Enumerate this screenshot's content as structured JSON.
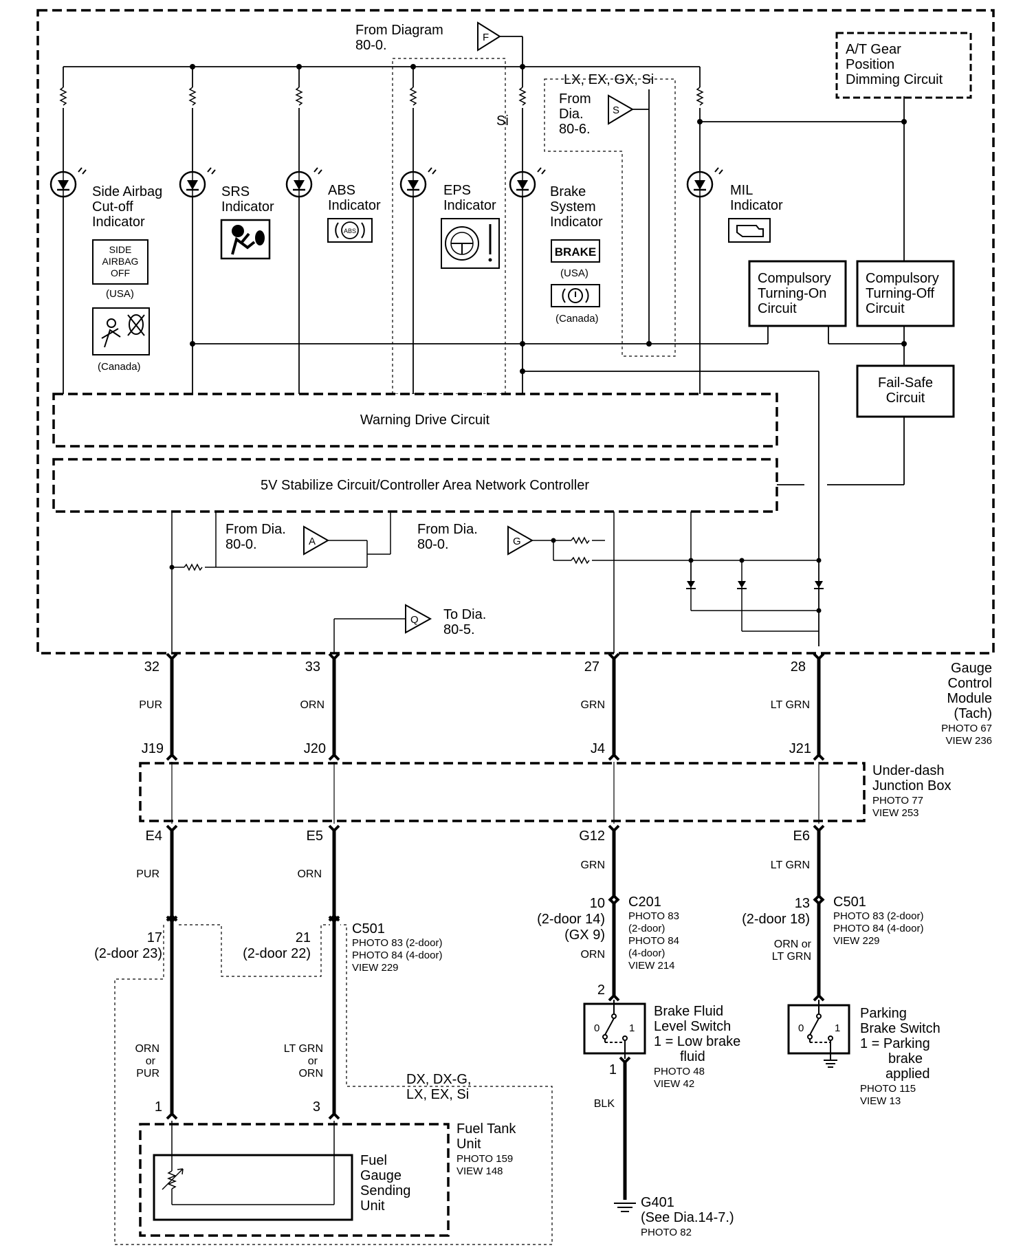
{
  "module": {
    "name": [
      "Gauge",
      "Control",
      "Module",
      "(Tach)"
    ],
    "photo": "PHOTO 67",
    "view": "VIEW 236"
  },
  "refs": {
    "from_diagram_f": [
      "From Diagram",
      "80-0."
    ],
    "from_dia_s": [
      "From",
      "Dia.",
      "80-6."
    ],
    "from_dia_a": [
      "From Dia.",
      "80-0."
    ],
    "from_dia_g": [
      "From Dia.",
      "80-0."
    ],
    "to_dia_q": [
      "To Dia.",
      "80-5."
    ],
    "letter_f": "F",
    "letter_s": "S",
    "letter_a": "A",
    "letter_g": "G",
    "letter_q": "Q"
  },
  "options": {
    "si": "Si",
    "lx_ex_gx_si": "LX, EX, GX, Si",
    "dx_group": [
      "DX, DX-G,",
      "LX, EX, Si"
    ]
  },
  "indicators": {
    "side_airbag": {
      "label": [
        "Side Airbag",
        "Cut-off",
        "Indicator"
      ],
      "usa_icon": [
        "SIDE",
        "AIRBAG",
        "OFF"
      ],
      "usa": "(USA)",
      "canada": "(Canada)"
    },
    "srs": {
      "label": [
        "SRS",
        "Indicator"
      ]
    },
    "abs": {
      "label": [
        "ABS",
        "Indicator"
      ],
      "icon": "ABS"
    },
    "eps": {
      "label": [
        "EPS",
        "Indicator"
      ]
    },
    "brake": {
      "label": [
        "Brake",
        "System",
        "Indicator"
      ],
      "usa_icon": "BRAKE",
      "usa": "(USA)",
      "canada": "(Canada)"
    },
    "mil": {
      "label": [
        "MIL",
        "Indicator"
      ]
    }
  },
  "circuits": {
    "at_gear": [
      "A/T Gear",
      "Position",
      "Dimming Circuit"
    ],
    "compulsory_on": [
      "Compulsory",
      "Turning-On",
      "Circuit"
    ],
    "compulsory_off": [
      "Compulsory",
      "Turning-Off",
      "Circuit"
    ],
    "fail_safe": [
      "Fail-Safe",
      "Circuit"
    ],
    "warning_drive": "Warning Drive Circuit",
    "stabilize": "5V Stabilize Circuit/Controller Area Network Controller"
  },
  "wires": {
    "w32": {
      "pin": "32",
      "color": "PUR",
      "junction_in": "J19",
      "junction_out": "E4",
      "color2": "PUR"
    },
    "w33": {
      "pin": "33",
      "color": "ORN",
      "junction_in": "J20",
      "junction_out": "E5",
      "color2": "ORN"
    },
    "w27": {
      "pin": "27",
      "color": "GRN",
      "junction_in": "J4",
      "junction_out": "G12",
      "color2": "GRN"
    },
    "w28": {
      "pin": "28",
      "color": "LT GRN",
      "junction_in": "J21",
      "junction_out": "E6",
      "color2": "LT GRN"
    }
  },
  "junction_box": {
    "name": [
      "Under-dash",
      "Junction Box"
    ],
    "photo": "PHOTO 77",
    "view": "VIEW 253"
  },
  "c501_left": {
    "pin17": "17",
    "pin17_alt": "(2-door 23)",
    "pin21": "21",
    "pin21_alt": "(2-door 22)",
    "name": "C501",
    "photo1": "PHOTO 83 (2-door)",
    "photo2": "PHOTO 84 (4-door)",
    "view": "VIEW 229",
    "color_a": [
      "ORN",
      "or",
      "PUR"
    ],
    "color_b": [
      "LT GRN",
      "or",
      "ORN"
    ]
  },
  "c201": {
    "pin": "10",
    "alt1": "(2-door 14)",
    "alt2": "(GX 9)",
    "name": "C201",
    "photos": [
      "PHOTO 83",
      "(2-door)",
      "PHOTO 84",
      "(4-door)",
      "VIEW 214"
    ],
    "color": "ORN"
  },
  "c501_right": {
    "pin": "13",
    "alt": "(2-door 18)",
    "name": "C501",
    "photo1": "PHOTO 83 (2-door)",
    "photo2": "PHOTO 84 (4-door)",
    "view": "VIEW 229",
    "color": [
      "ORN or",
      "LT GRN"
    ]
  },
  "fuel_tank": {
    "pin1": "1",
    "pin3": "3",
    "name": [
      "Fuel Tank",
      "Unit"
    ],
    "photo": "PHOTO 159",
    "view": "VIEW 148",
    "sending": [
      "Fuel",
      "Gauge",
      "Sending",
      "Unit"
    ]
  },
  "brake_fluid": {
    "pin2": "2",
    "pin1": "1",
    "name": [
      "Brake Fluid",
      "Level Switch",
      "1 = Low brake",
      "fluid"
    ],
    "photo": "PHOTO 48",
    "view": "VIEW 42",
    "zero": "0",
    "one": "1",
    "ground_color": "BLK"
  },
  "parking_brake": {
    "name": [
      "Parking",
      "Brake Switch",
      "1 = Parking",
      "brake",
      "applied"
    ],
    "photo": "PHOTO 115",
    "view": "VIEW 13",
    "zero": "0",
    "one": "1"
  },
  "ground": {
    "name": "G401",
    "see": "(See Dia.14-7.)",
    "photo": "PHOTO 82"
  }
}
